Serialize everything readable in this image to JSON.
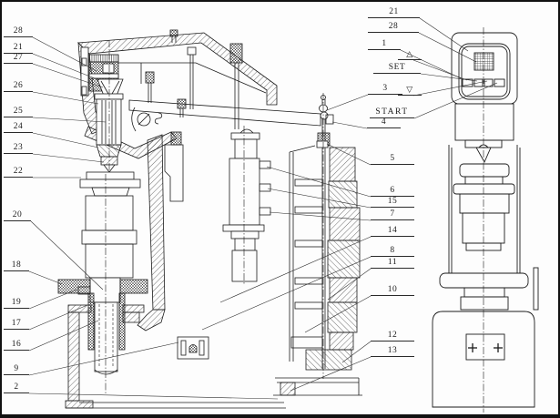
{
  "figure": {
    "kind": "hardness tester sectional and front view engineering drawing"
  },
  "callouts": {
    "left_column": [
      {
        "text": "28"
      },
      {
        "text": "21"
      },
      {
        "text": "27"
      },
      {
        "text": "26"
      },
      {
        "text": "25"
      },
      {
        "text": "24"
      },
      {
        "text": "23"
      },
      {
        "text": "22"
      },
      {
        "text": "20"
      },
      {
        "text": "18"
      },
      {
        "text": "19"
      },
      {
        "text": "17"
      },
      {
        "text": "16"
      },
      {
        "text": "9"
      },
      {
        "text": "2"
      }
    ],
    "panel_column": [
      {
        "text": "21"
      },
      {
        "text": "28"
      },
      {
        "text": "1"
      },
      {
        "text": "△"
      },
      {
        "text": "SET"
      },
      {
        "text": "3"
      },
      {
        "text": "▽"
      },
      {
        "text": "START"
      },
      {
        "text": "4"
      }
    ],
    "right_column": [
      {
        "text": "5"
      },
      {
        "text": "6"
      },
      {
        "text": "15"
      },
      {
        "text": "7"
      },
      {
        "text": "14"
      },
      {
        "text": "8"
      },
      {
        "text": "11"
      },
      {
        "text": "10"
      },
      {
        "text": "12"
      },
      {
        "text": "13"
      }
    ]
  },
  "colors": {
    "line": "#1c1c1c",
    "paper": "#fdfdfd"
  }
}
